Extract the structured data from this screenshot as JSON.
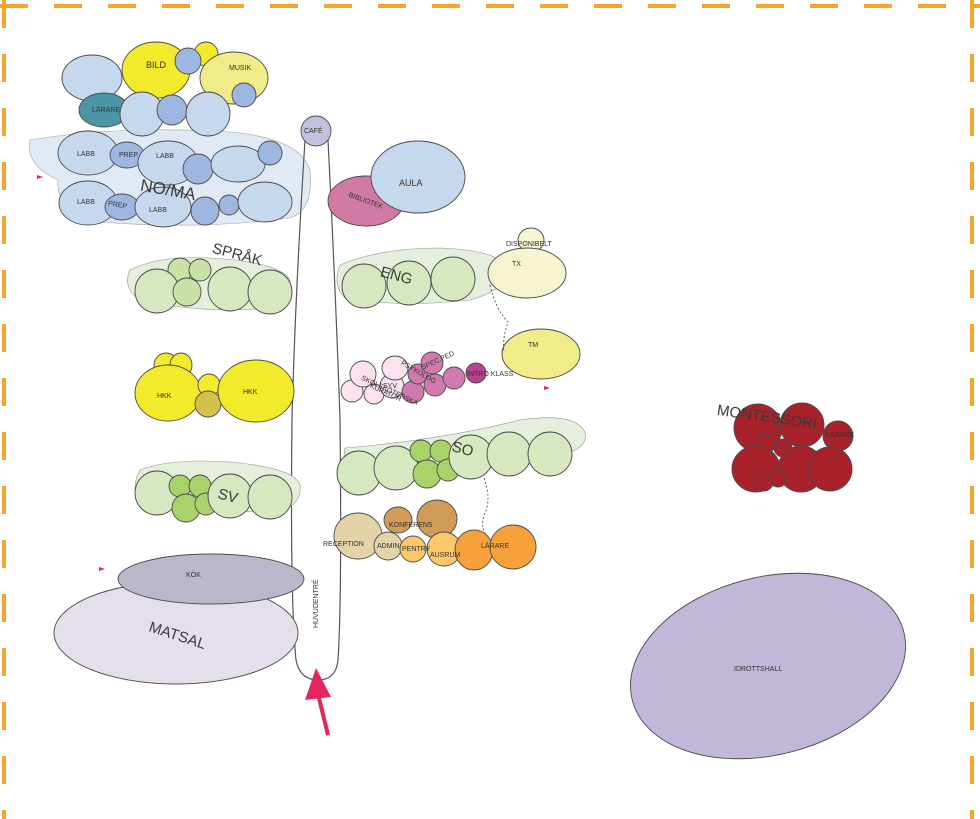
{
  "labels": {
    "cafe": "CAFÉ",
    "aula": "AULA",
    "bibliotek": "BIBLIOTEK",
    "bild": "BILD",
    "musik": "MUSIK",
    "larare_top": "LÄRARE",
    "labb1": "LABB",
    "prep1": "PREP",
    "labb2": "LABB",
    "labb3": "LABB",
    "prep2": "PREP",
    "labb4": "LABB",
    "no_ma": "NO/MA",
    "sprak": "SPRÅK",
    "eng": "ENG",
    "disponibelt": "DISPONIBELT",
    "tx": "TX",
    "tm": "TM",
    "hkk1": "HKK",
    "hkk2": "HKK",
    "syv": "SYV",
    "specped": "SPEC.PED",
    "psykolog": "PSYKOLOG",
    "skolskoterska": "SKOLSKÖTERSKA",
    "kurator": "KURATOR",
    "introklass": "INTRO KLASS",
    "so": "SO",
    "sv": "SV",
    "reception": "RECEPTION",
    "konferens": "KONFERENS",
    "admin": "ADMIN",
    "pentry": "PENTRY",
    "ausrum": "AUSRUM",
    "larare_bottom": "LÄRARE",
    "kok": "KÖK",
    "matsal": "MATSAL",
    "huvudentre": "HUVUDENTRÉ",
    "montessori": "MONTESSORI",
    "larare_montessori": "LÄRARE",
    "idrottshall": "IDROTTSHALL"
  },
  "colors": {
    "border": "#f4a62a",
    "arrow": "#e8245c",
    "light_blue": "#c6d8ee",
    "mid_blue": "#9db7e0",
    "teal": "#4b96a6",
    "yellow": "#f2ea2a",
    "pale_yellow": "#f0ec8a",
    "light_green": "#d7e8c0",
    "green": "#a8d36a",
    "pink": "#f3c9dd",
    "magenta": "#d07ab0",
    "purple": "#b7428f",
    "tan": "#e4d3a6",
    "orange": "#f7a13a",
    "light_orange": "#fcc66a",
    "brown": "#d09c58",
    "dark_red": "#a8212b",
    "lavender": "#c2b7d8",
    "light_lavender": "#e5dfec",
    "grey_purple": "#bab7cb",
    "bibliotek_pink": "#d17aa4"
  }
}
